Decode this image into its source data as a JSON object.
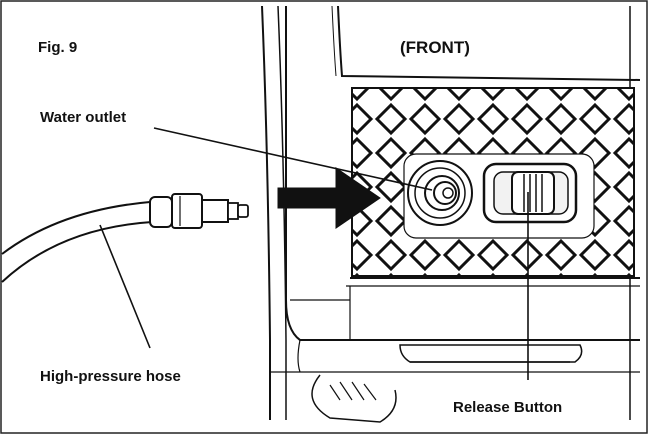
{
  "figure": {
    "fig_label": "Fig. 9",
    "view_label": "(FRONT)",
    "callouts": {
      "water_outlet": "Water outlet",
      "hose": "High-pressure hose",
      "release_button": "Release Button"
    }
  },
  "colors": {
    "ink": "#111111",
    "background": "#ffffff",
    "panel_gray": "#f2f2f2"
  },
  "icons": {
    "arrow": "right-arrow-icon"
  }
}
